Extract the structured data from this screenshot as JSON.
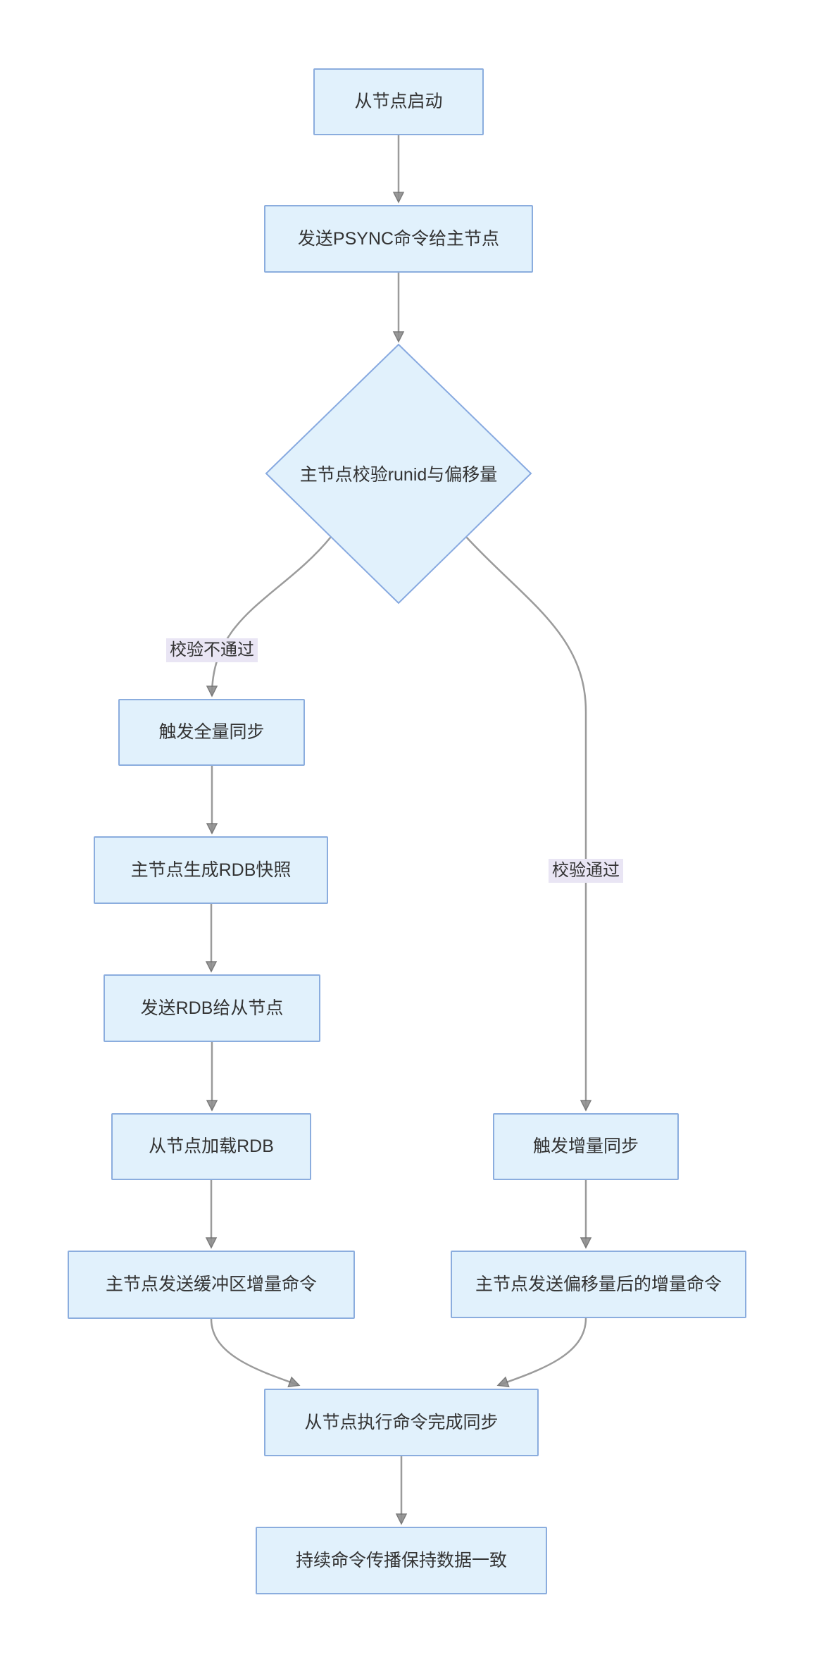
{
  "diagram": {
    "type": "flowchart",
    "colors": {
      "background": "#ffffff",
      "node_fill": "#e1f1fc",
      "node_border": "#8badde",
      "diamond_border": "#87a9e0",
      "edge_line": "#9b9b9b",
      "arrowhead": "#8f8f8f",
      "edge_label_bg": "#e9e5f4",
      "text": "#333333"
    },
    "nodes": {
      "start": "从节点启动",
      "psync": "发送PSYNC命令给主节点",
      "check": "主节点校验runid与偏移量",
      "full_sync": "触发全量同步",
      "rdb_gen": "主节点生成RDB快照",
      "rdb_send": "发送RDB给从节点",
      "rdb_load": "从节点加载RDB",
      "buffer_cmds": "主节点发送缓冲区增量命令",
      "incr_sync": "触发增量同步",
      "offset_cmds": "主节点发送偏移量后的增量命令",
      "exec_sync": "从节点执行命令完成同步",
      "propagate": "持续命令传播保持数据一致"
    },
    "edge_labels": {
      "fail": "校验不通过",
      "pass": "校验通过"
    }
  }
}
